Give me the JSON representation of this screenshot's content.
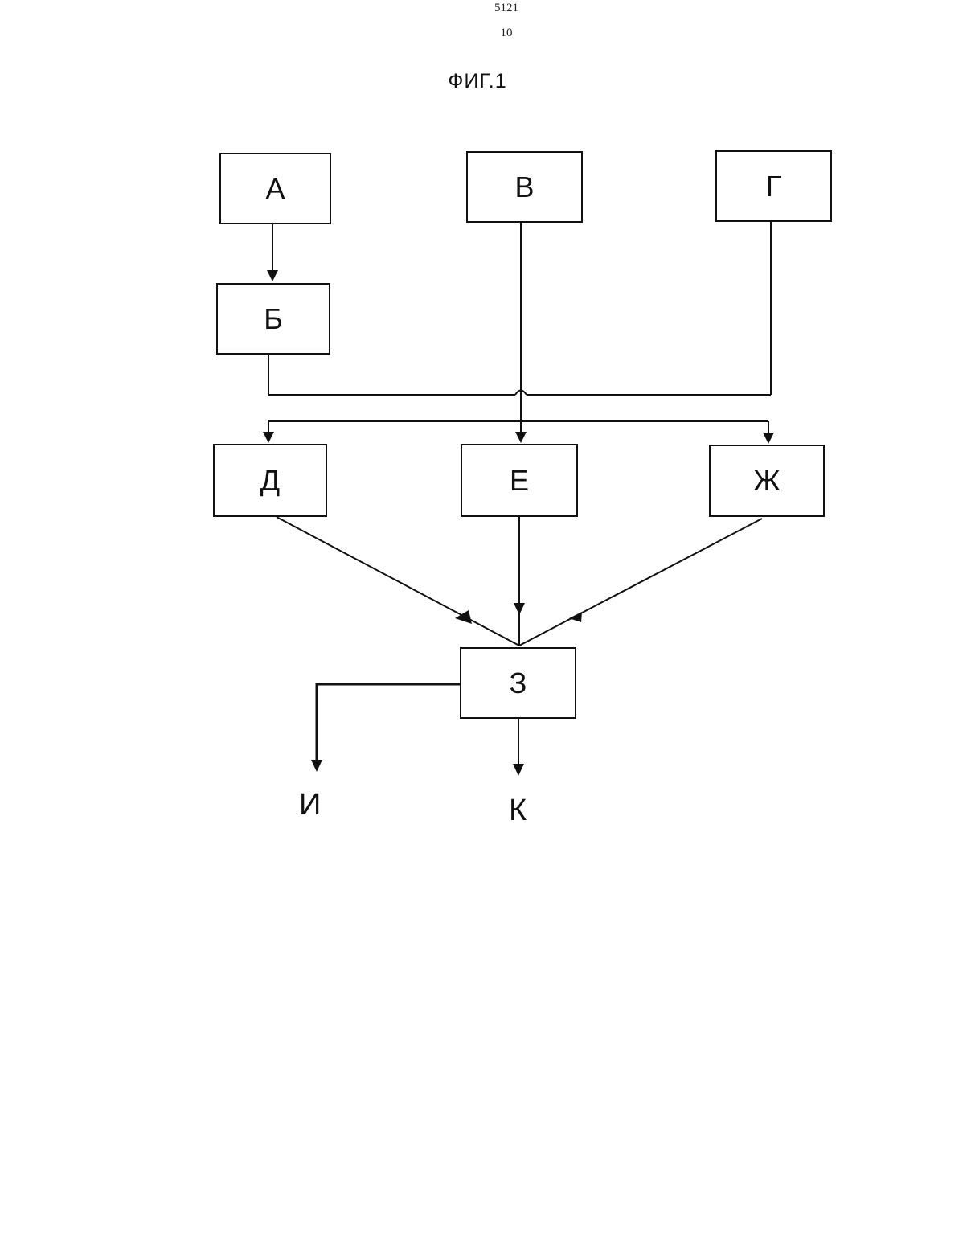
{
  "header": {
    "doc_number": "5121",
    "page_number": "10"
  },
  "figure": {
    "title": "ФИГ.1"
  },
  "blocks": {
    "a": "А",
    "b": "Б",
    "v": "В",
    "g": "Г",
    "d": "Д",
    "e": "Е",
    "zh": "Ж",
    "z": "З"
  },
  "outputs": {
    "i": "И",
    "k": "К"
  },
  "colors": {
    "ink": "#111111",
    "paper": "#ffffff"
  }
}
